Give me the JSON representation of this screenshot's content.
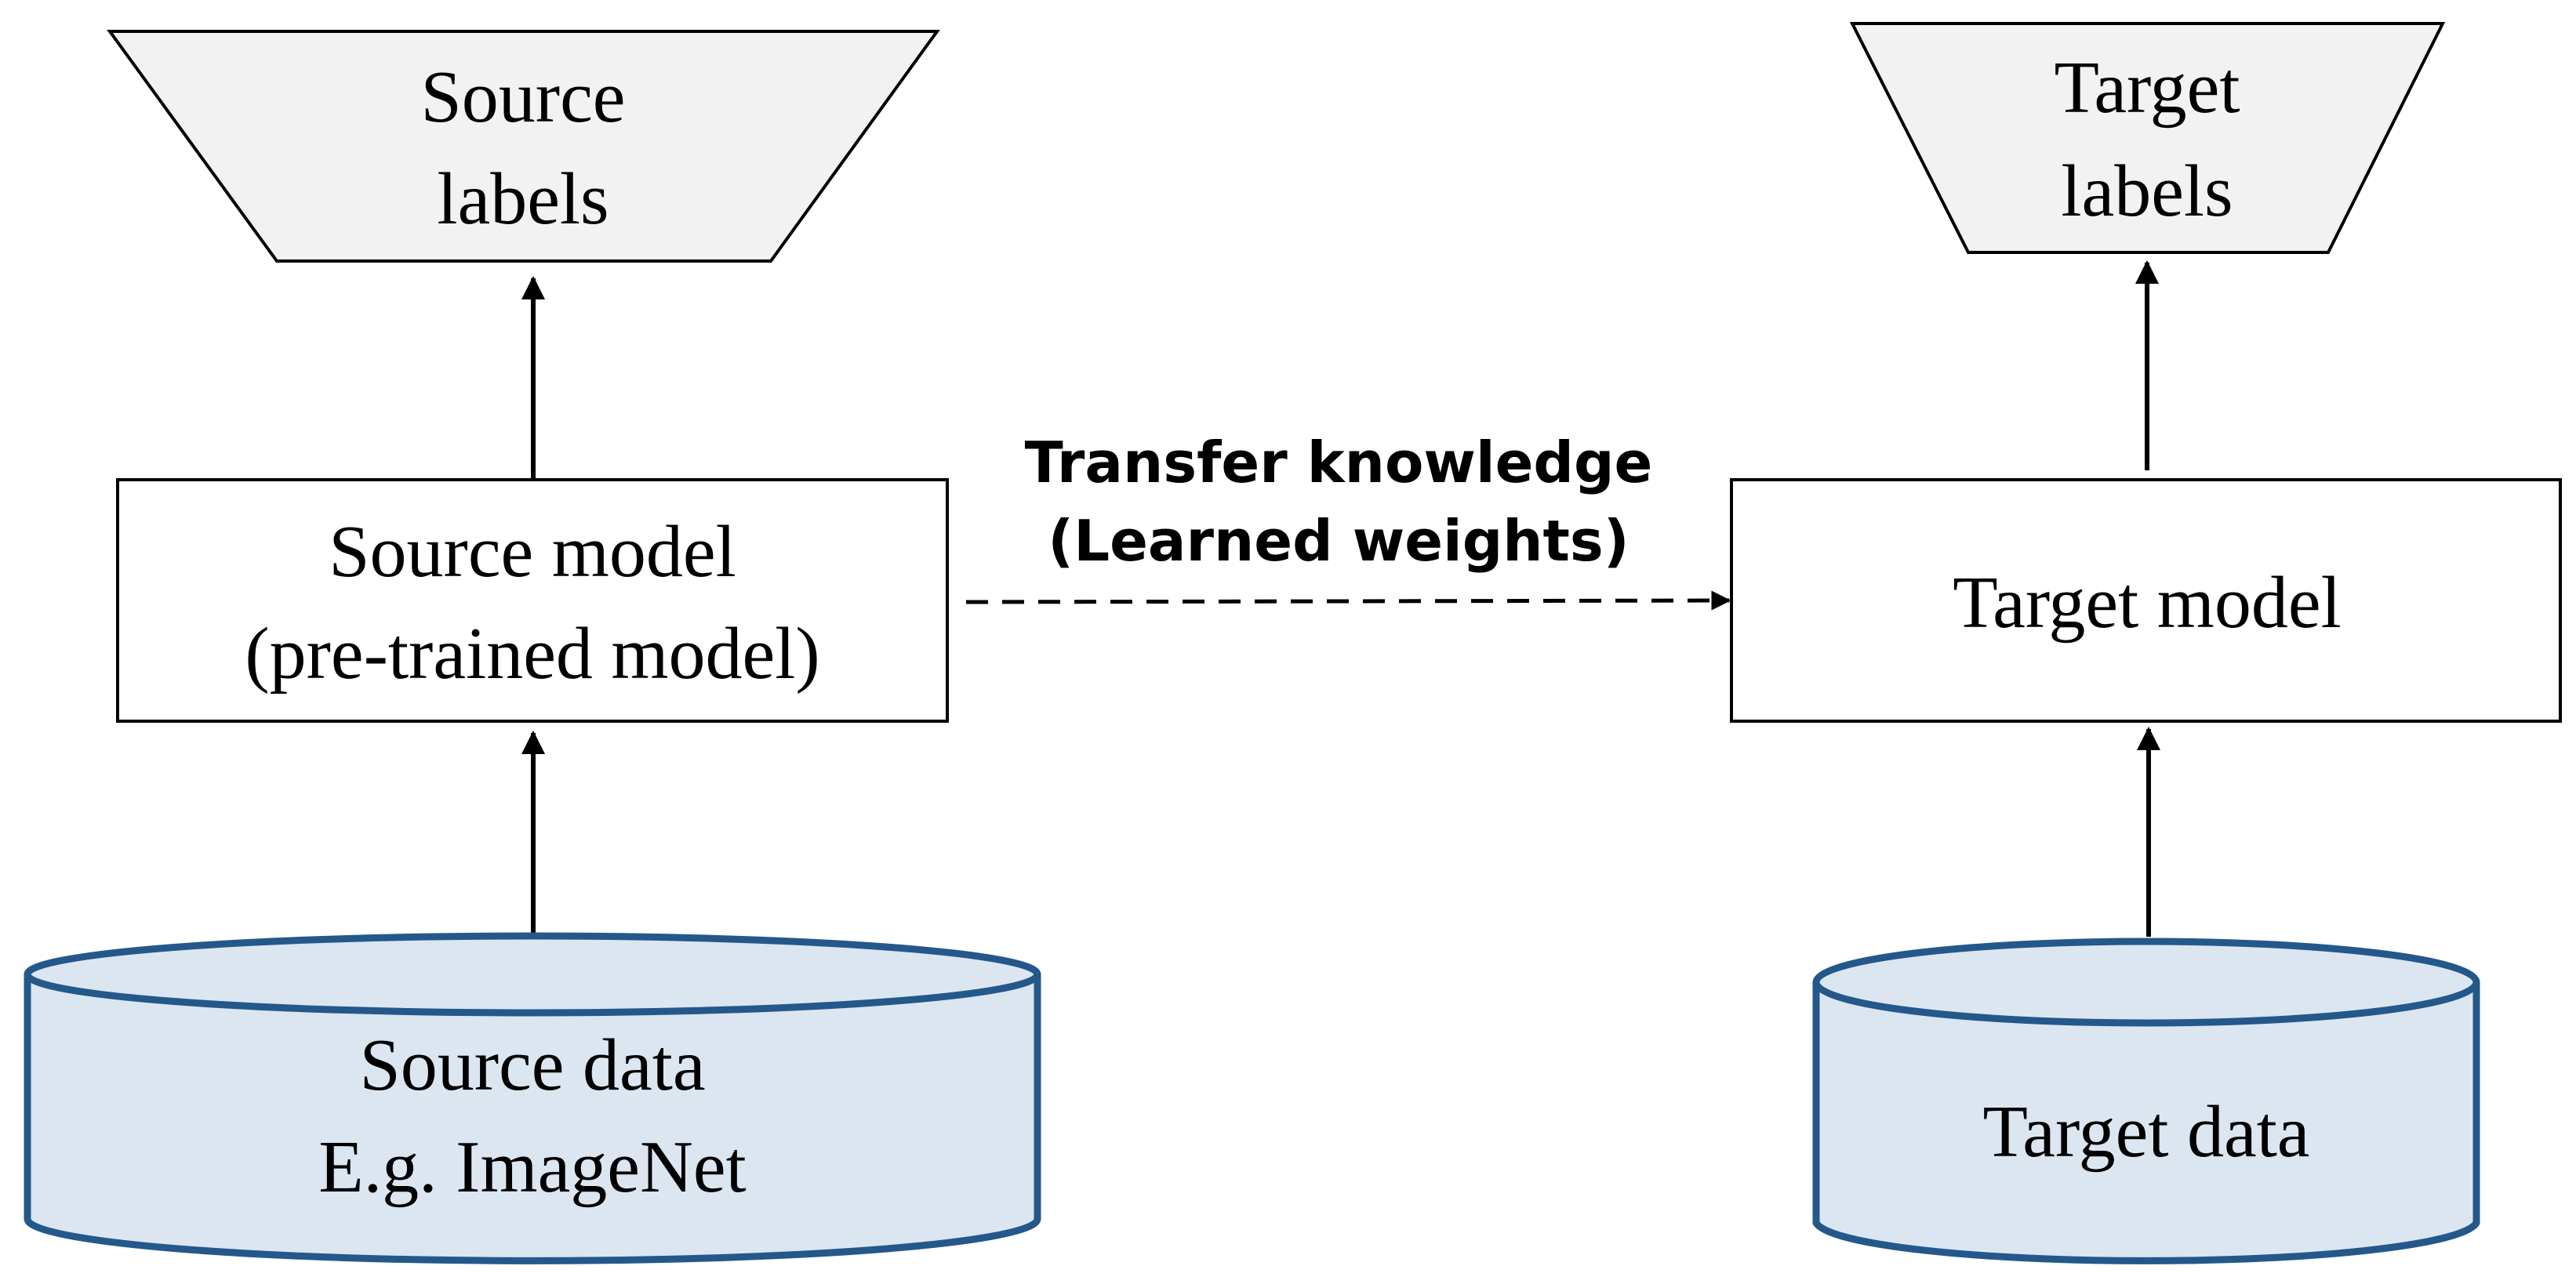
{
  "source": {
    "labels": [
      "Source",
      "labels"
    ],
    "model": [
      "Source model",
      "(pre-trained model)"
    ],
    "data": [
      "Source data",
      "E.g. ImageNet"
    ]
  },
  "transfer": {
    "line1": "Transfer knowledge",
    "line2": "(Learned weights)"
  },
  "target": {
    "labels": [
      "Target",
      "labels"
    ],
    "model": "Target model",
    "data": "Target data"
  },
  "colors": {
    "trapezoid_fill": "#f2f2f2",
    "trapezoid_stroke": "#000000",
    "box_stroke": "#000000",
    "cylinder_fill": "#dce6f1",
    "cylinder_stroke": "#24588a",
    "arrow": "#000000"
  }
}
